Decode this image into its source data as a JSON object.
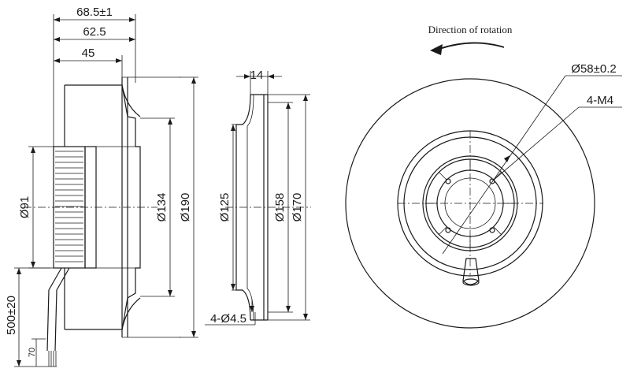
{
  "side_view": {
    "overall_depth": "68.5±1",
    "inlet_depth": "62.5",
    "blade_depth": "45",
    "motor_diameter": "Ø91",
    "impeller_diameter": "Ø134",
    "outer_diameter": "Ø190",
    "cable_length": "500±20",
    "cable_strip": "70"
  },
  "ring_view": {
    "flange_width": "14",
    "inner_diameter": "Ø125",
    "hole_circle": "Ø158",
    "outer_diameter": "Ø170",
    "holes": "4-Ø4.5"
  },
  "front_view": {
    "rotation_label": "Direction of rotation",
    "hub_diameter": "Ø58±0.2",
    "screws": "4-M4"
  }
}
